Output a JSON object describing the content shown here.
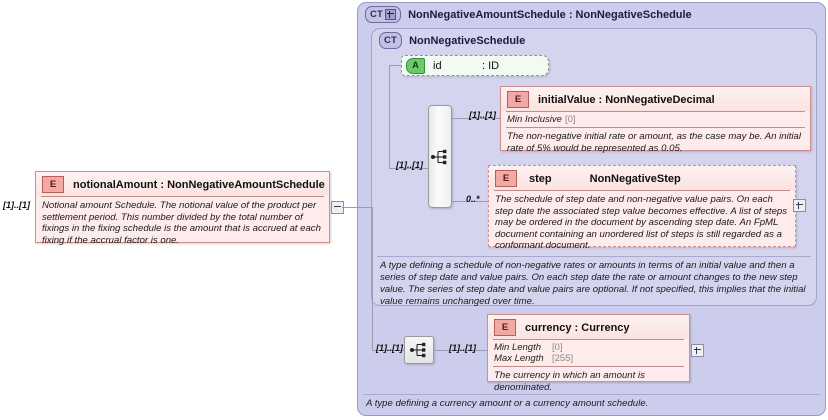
{
  "diagram": {
    "kind": "xsd-schema-diagram",
    "colors": {
      "complex_type_bg": "#ccccec",
      "complex_type_inner_bg": "#d4d4ef",
      "element_bg": "#fdeceb",
      "element_border": "#cf8f8f",
      "attribute_bg": "#f2fbf2",
      "attribute_badge": "#66cc66",
      "connector_line": "#9a9ab0",
      "page_bg": "#ffffff"
    }
  },
  "outer_type": {
    "badge": "CT",
    "badge_icon": "expand-plus-icon",
    "title": "NonNegativeAmountSchedule : NonNegativeSchedule",
    "doc": "A type defining a currency amount or a currency amount schedule."
  },
  "inner_type": {
    "badge": "CT",
    "title": "NonNegativeSchedule",
    "doc": "A type defining a schedule of non-negative rates or amounts in terms of an initial value and then a series of step date and value pairs. On each step date the rate or amount changes to the new step value. The series of step date and value pairs are optional. If not specified, this implies that the initial value remains unchanged over time."
  },
  "source_element": {
    "badge": "E",
    "name": "notionalAmount",
    "separator": " : ",
    "type": "NonNegativeAmountSchedule",
    "title": "notionalAmount : NonNegativeAmountSchedule",
    "cardinality": "[1]..[1]",
    "doc": "Notional amount Schedule. The notional value of the product per settlement period. This number divided by the total number of fixings in the fixing schedule is the amount that is accrued at each fixing if the accrual factor is one.",
    "toggle": "collapse-minus-icon"
  },
  "attribute": {
    "badge": "A",
    "name": "id",
    "type": ": ID",
    "optional": true
  },
  "sequence_top": {
    "icon": "sequence-connector-icon",
    "cardinality_in": "[1]..[1]"
  },
  "sequence_bottom": {
    "icon": "sequence-connector-icon",
    "cardinality_in": "[1]..[1]",
    "cardinality_out": "[1]..[1]"
  },
  "elements": [
    {
      "badge": "E",
      "name": "initialValue",
      "separator": " : ",
      "type": "NonNegativeDecimal",
      "title": "initialValue : NonNegativeDecimal",
      "cardinality": "[1]..[1]",
      "dashed": false,
      "facets": [
        {
          "name": "Min Inclusive",
          "value": "[0]"
        }
      ],
      "doc": "The non-negative initial rate or amount, as the case may be. An initial rate of 5% would be represented as 0.05."
    },
    {
      "badge": "E",
      "name": "step",
      "separator": " : ",
      "type": "NonNegativeStep",
      "title": "step : NonNegativeStep",
      "cardinality": "0..*",
      "dashed": true,
      "facets": [],
      "doc": "The schedule of step date and non-negative value pairs. On each step date the associated step value becomes effective. A list of steps may be ordered in the document by ascending step date. An FpML document containing an unordered list of steps is still regarded as a conformant document.",
      "toggle": "expand-plus-icon"
    },
    {
      "badge": "E",
      "name": "currency",
      "separator": " : ",
      "type": "Currency",
      "title": "currency : Currency",
      "cardinality": "[1]..[1]",
      "dashed": false,
      "facets": [
        {
          "name": "Min Length",
          "value": "[0]"
        },
        {
          "name": "Max Length",
          "value": "[255]"
        }
      ],
      "doc": "The currency in which an amount is denominated.",
      "toggle": "expand-plus-icon"
    }
  ]
}
